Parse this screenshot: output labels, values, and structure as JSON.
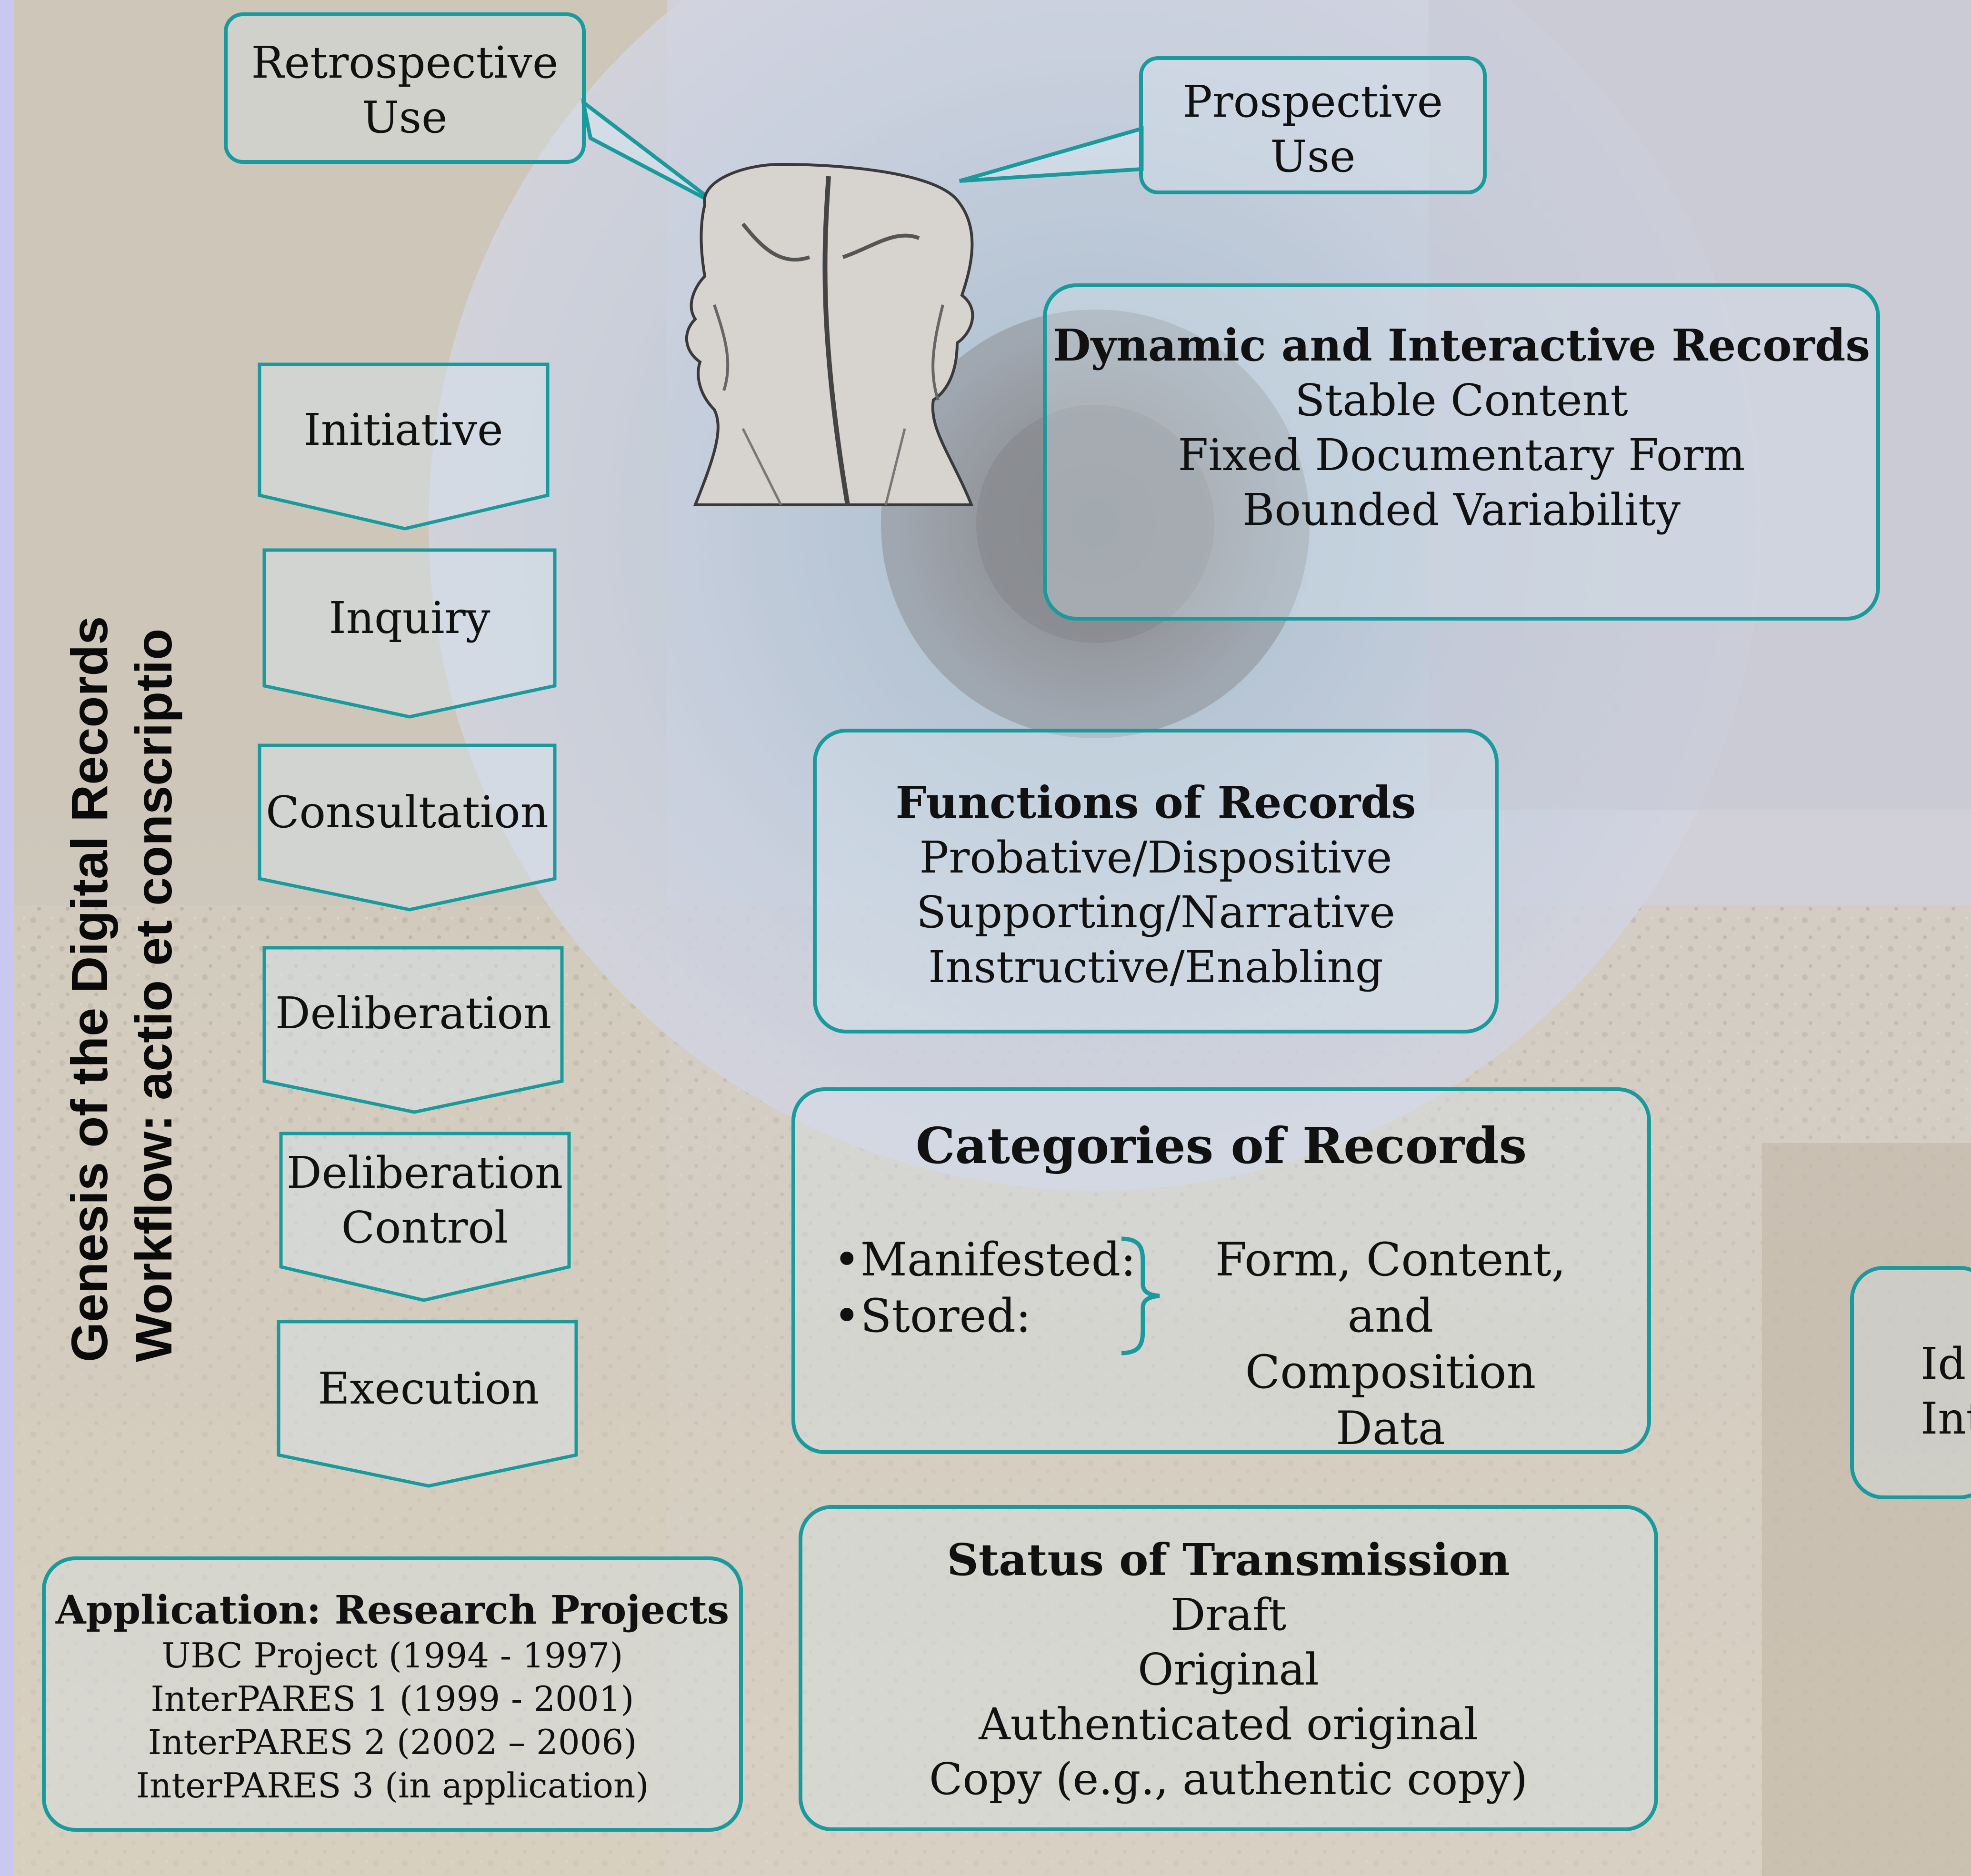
{
  "side_title": {
    "line1": "Genesis of the Digital Records",
    "line2": "Workflow: actio et conscriptio"
  },
  "callouts": {
    "retrospective": [
      "Retrospective",
      "Use"
    ],
    "prospective": [
      "Prospective",
      "Use"
    ]
  },
  "workflow_steps": [
    [
      "Initiative"
    ],
    [
      "Inquiry"
    ],
    [
      "Consultation"
    ],
    [
      "Deliberation"
    ],
    [
      "Deliberation",
      "Control"
    ],
    [
      "Execution"
    ]
  ],
  "dynamic_records": {
    "title": "Dynamic and Interactive Records",
    "items": [
      "Stable Content",
      "Fixed Documentary Form",
      "Bounded Variability"
    ]
  },
  "functions": {
    "title": "Functions of Records",
    "items": [
      "Probative/Dispositive",
      "Supporting/Narrative",
      "Instructive/Enabling"
    ]
  },
  "categories": {
    "title": "Categories of Records",
    "bullets": [
      "•Manifested:",
      "•Stored:"
    ],
    "bracket_target": [
      "Form, Content, and",
      "Composition Data"
    ]
  },
  "transmission": {
    "title": "Status of Transmission",
    "items": [
      "Draft",
      "Original",
      "Authenticated original",
      "Copy (e.g., authentic copy)"
    ]
  },
  "application": {
    "title": "Application: Research Projects",
    "items": [
      "UBC Project (1994 - 1997)",
      "InterPARES 1 (1999 - 2001)",
      "InterPARES 2 (2002 – 2006)",
      "InterPARES 3 (in application)"
    ]
  },
  "clipped_box": {
    "lines": [
      "Id",
      "Int"
    ]
  },
  "colors": {
    "border": "#1a9a9c",
    "side_bar": "#c9c8f0"
  }
}
